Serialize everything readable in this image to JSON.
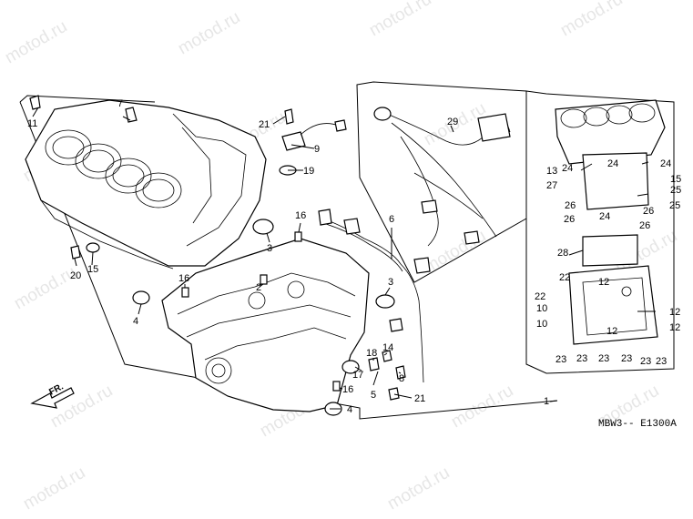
{
  "diagram": {
    "code": "MBW3-- E1300A",
    "fr_arrow_label": "FR.",
    "watermark": "motod.ru",
    "callouts": {
      "c1": "1",
      "c2": "2",
      "c3a": "3",
      "c3b": "3",
      "c4a": "4",
      "c4b": "4",
      "c5": "5",
      "c6": "6",
      "c7": "7",
      "c8": "8",
      "c9": "9",
      "c10a": "10",
      "c10b": "10",
      "c11": "11",
      "c12a": "12",
      "c12b": "12",
      "c12c": "12",
      "c12d": "12",
      "c13": "13",
      "c14": "14",
      "c15a": "15",
      "c15b": "15",
      "c16a": "16",
      "c16b": "16",
      "c16c": "16",
      "c17": "17",
      "c18": "18",
      "c19": "19",
      "c20": "20",
      "c21a": "21",
      "c21b": "21",
      "c22a": "22",
      "c22b": "22",
      "c23a": "23",
      "c23b": "23",
      "c23c": "23",
      "c23d": "23",
      "c23e": "23",
      "c23f": "23",
      "c24a": "24",
      "c24b": "24",
      "c24c": "24",
      "c24d": "24",
      "c25a": "25",
      "c25b": "25",
      "c26a": "26",
      "c26b": "26",
      "c26c": "26",
      "c26d": "26",
      "c27": "27",
      "c28": "28",
      "c29": "29"
    }
  }
}
